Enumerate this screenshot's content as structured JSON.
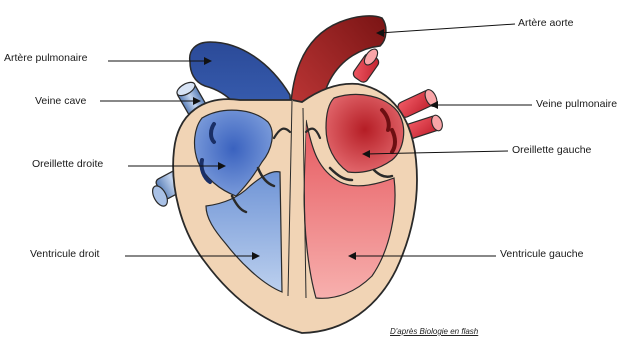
{
  "labels": {
    "aorte": "Artère aorte",
    "pulmonaire": "Artère pulmonaire",
    "veine_cave": "Veine cave",
    "veine_pulmonaire": "Veine pulmonaire",
    "oreillette_droite": "Oreillette droite",
    "oreillette_gauche": "Oreillette gauche",
    "ventricule_droit": "Ventricule droit",
    "ventricule_gauche": "Ventricule gauche"
  },
  "credit": "D'après Biologie en flash",
  "colors": {
    "tissue": "#f1d4b5",
    "outline": "#2a2a2a",
    "blue_dark": "#2c4d9c",
    "blue_light": "#8fb2e2",
    "red_dark": "#8e1b1b",
    "red_light": "#f08c8c",
    "vessel_red": "#e04451"
  }
}
